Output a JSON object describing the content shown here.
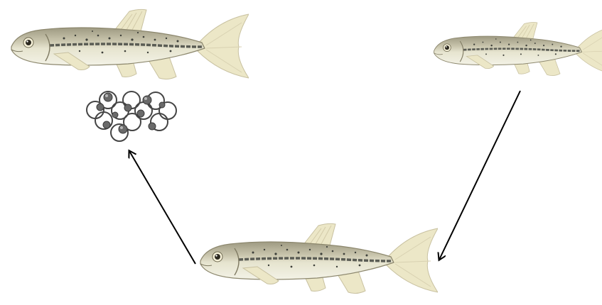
{
  "diagram": {
    "nodes": [
      {
        "id": "fish-top-left",
        "kind": "fish"
      },
      {
        "id": "egg-cluster",
        "kind": "eggs"
      },
      {
        "id": "fish-top-right",
        "kind": "fish"
      },
      {
        "id": "fish-bottom-center",
        "kind": "fish"
      }
    ],
    "edges": [
      {
        "from": "fish-top-right",
        "to": "fish-bottom-center"
      },
      {
        "from": "fish-bottom-center",
        "to": "egg-cluster"
      }
    ]
  },
  "colors": {
    "background": "#ffffff",
    "arrow": "#000000",
    "fish_body_light": "#eeeed8",
    "fish_back": "#b9b49a",
    "fish_stripe": "#5a5c54",
    "fish_fin": "#ece7c7",
    "fish_spots": "#3e403a",
    "egg_outline": "#454545",
    "egg_fill_dark": "#6a6a6a",
    "egg_fill_light": "#ededed"
  }
}
